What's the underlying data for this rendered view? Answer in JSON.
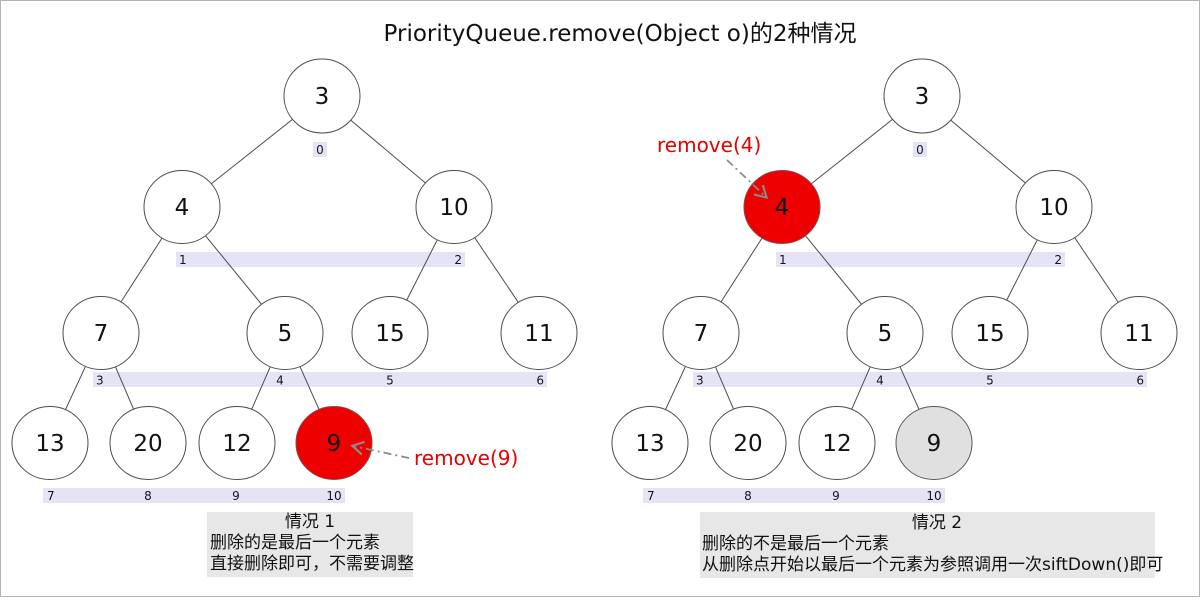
{
  "title": "PriorityQueue.remove(Object o)的2种情况",
  "heap": {
    "values": [
      "3",
      "4",
      "10",
      "7",
      "5",
      "15",
      "11",
      "13",
      "20",
      "12",
      "9"
    ],
    "indices": [
      "0",
      "1",
      "2",
      "3",
      "4",
      "5",
      "6",
      "7",
      "8",
      "9",
      "10"
    ]
  },
  "case1": {
    "annotation_label": "remove(9)",
    "highlight": {
      "red_node_value": "9",
      "red_node_index": "10"
    },
    "caption": {
      "title": "情况 1",
      "lines": [
        "删除的是最后一个元素",
        "直接删除即可，不需要调整"
      ]
    }
  },
  "case2": {
    "annotation_label": "remove(4)",
    "highlight": {
      "red_node_value": "4",
      "red_node_index": "1",
      "gray_node_value": "9",
      "gray_node_index": "10"
    },
    "caption": {
      "title": "情况 2",
      "lines": [
        "删除的不是最后一个元素",
        "从删除点开始以最后一个元素为参照调用一次siftDown()即可"
      ]
    }
  },
  "colors": {
    "highlight_red": "#ee0000",
    "removed_gray": "#e0e0e0",
    "index_band": "#e4e4f6",
    "caption_bg": "#e7e7e7",
    "annotation_red": "#e60000",
    "arrow_gray": "#8a8a8a"
  }
}
